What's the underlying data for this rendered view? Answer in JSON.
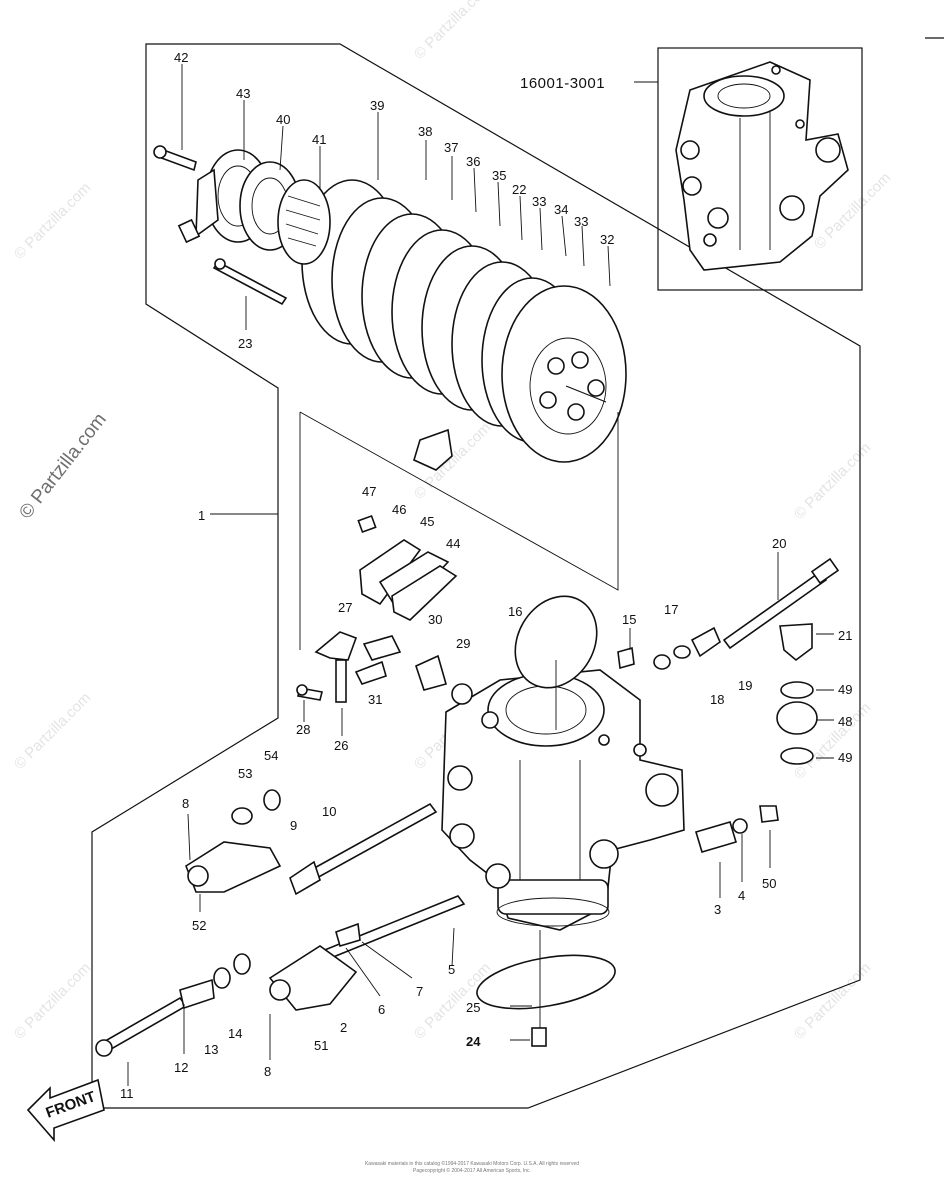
{
  "diagram": {
    "assembly_part_number": "16001-3001",
    "labels": [
      {
        "id": "42",
        "text": "42"
      },
      {
        "id": "43",
        "text": "43"
      },
      {
        "id": "40",
        "text": "40"
      },
      {
        "id": "39",
        "text": "39"
      },
      {
        "id": "41",
        "text": "41"
      },
      {
        "id": "38",
        "text": "38"
      },
      {
        "id": "37",
        "text": "37"
      },
      {
        "id": "36",
        "text": "36"
      },
      {
        "id": "35",
        "text": "35"
      },
      {
        "id": "22",
        "text": "22"
      },
      {
        "id": "33a",
        "text": "33"
      },
      {
        "id": "34",
        "text": "34"
      },
      {
        "id": "33b",
        "text": "33"
      },
      {
        "id": "32",
        "text": "32"
      },
      {
        "id": "23",
        "text": "23"
      },
      {
        "id": "1",
        "text": "1"
      },
      {
        "id": "47",
        "text": "47"
      },
      {
        "id": "46",
        "text": "46"
      },
      {
        "id": "45",
        "text": "45"
      },
      {
        "id": "44",
        "text": "44"
      },
      {
        "id": "20",
        "text": "20"
      },
      {
        "id": "27",
        "text": "27"
      },
      {
        "id": "16",
        "text": "16"
      },
      {
        "id": "15",
        "text": "15"
      },
      {
        "id": "17",
        "text": "17"
      },
      {
        "id": "30",
        "text": "30"
      },
      {
        "id": "29",
        "text": "29"
      },
      {
        "id": "21",
        "text": "21"
      },
      {
        "id": "31",
        "text": "31"
      },
      {
        "id": "18",
        "text": "18"
      },
      {
        "id": "19",
        "text": "19"
      },
      {
        "id": "49a",
        "text": "49"
      },
      {
        "id": "28",
        "text": "28"
      },
      {
        "id": "48",
        "text": "48"
      },
      {
        "id": "26",
        "text": "26"
      },
      {
        "id": "49b",
        "text": "49"
      },
      {
        "id": "54",
        "text": "54"
      },
      {
        "id": "53",
        "text": "53"
      },
      {
        "id": "8a",
        "text": "8"
      },
      {
        "id": "10",
        "text": "10"
      },
      {
        "id": "9",
        "text": "9"
      },
      {
        "id": "52",
        "text": "52"
      },
      {
        "id": "3",
        "text": "3"
      },
      {
        "id": "4",
        "text": "4"
      },
      {
        "id": "50",
        "text": "50"
      },
      {
        "id": "5",
        "text": "5"
      },
      {
        "id": "7",
        "text": "7"
      },
      {
        "id": "6",
        "text": "6"
      },
      {
        "id": "2",
        "text": "2"
      },
      {
        "id": "14",
        "text": "14"
      },
      {
        "id": "13",
        "text": "13"
      },
      {
        "id": "12",
        "text": "12"
      },
      {
        "id": "51",
        "text": "51"
      },
      {
        "id": "8b",
        "text": "8"
      },
      {
        "id": "11",
        "text": "11"
      },
      {
        "id": "25",
        "text": "25"
      },
      {
        "id": "24",
        "text": "24"
      }
    ],
    "front_label": "FRONT"
  },
  "watermarks": {
    "text": "© Partzilla.com",
    "short": "© Partzilla.com"
  },
  "footer": {
    "line1": "Kawasaki materials in this catalog ©1994-2017 Kawasaki Motors Corp. U.S.A. All rights reserved",
    "line2": "Pagecopyright © 2004-2017 All American Sports, Inc."
  }
}
